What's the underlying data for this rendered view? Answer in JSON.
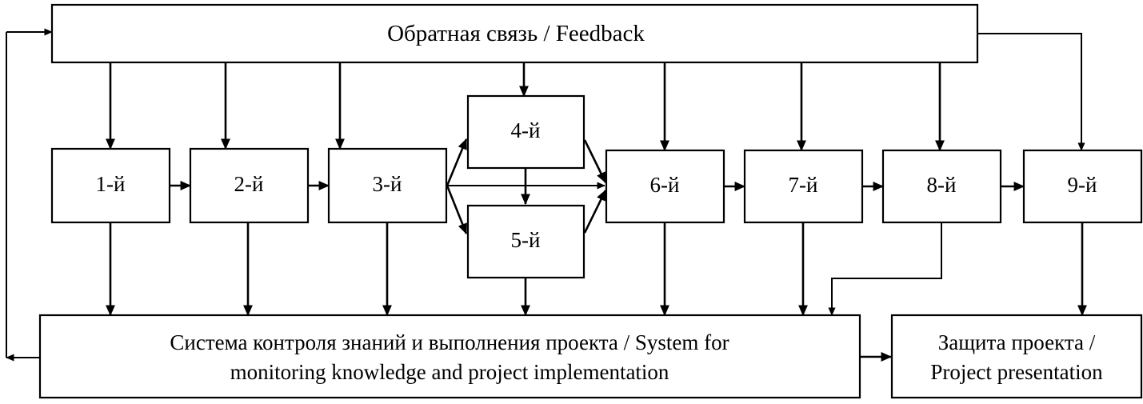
{
  "diagram": {
    "title_box": {
      "id": "feedback",
      "label": "Обратная связь / Feedback"
    },
    "stage_boxes": [
      {
        "id": "stage-1",
        "label": "1-й"
      },
      {
        "id": "stage-2",
        "label": "2-й"
      },
      {
        "id": "stage-3",
        "label": "3-й"
      },
      {
        "id": "stage-4",
        "label": "4-й"
      },
      {
        "id": "stage-5",
        "label": "5-й"
      },
      {
        "id": "stage-6",
        "label": "6-й"
      },
      {
        "id": "stage-7",
        "label": "7-й"
      },
      {
        "id": "stage-8",
        "label": "8-й"
      },
      {
        "id": "stage-9",
        "label": "9-й"
      }
    ],
    "bottom_boxes": [
      {
        "id": "monitoring-system",
        "line1": "Система контроля знаний и выполнения проекта / System for",
        "line2": "monitoring knowledge and project implementation"
      },
      {
        "id": "project-defense",
        "line1": "Защита проекта /",
        "line2": "Project presentation"
      }
    ],
    "colors": {
      "stroke": "#000000",
      "fill": "#ffffff",
      "text": "#000000"
    }
  }
}
